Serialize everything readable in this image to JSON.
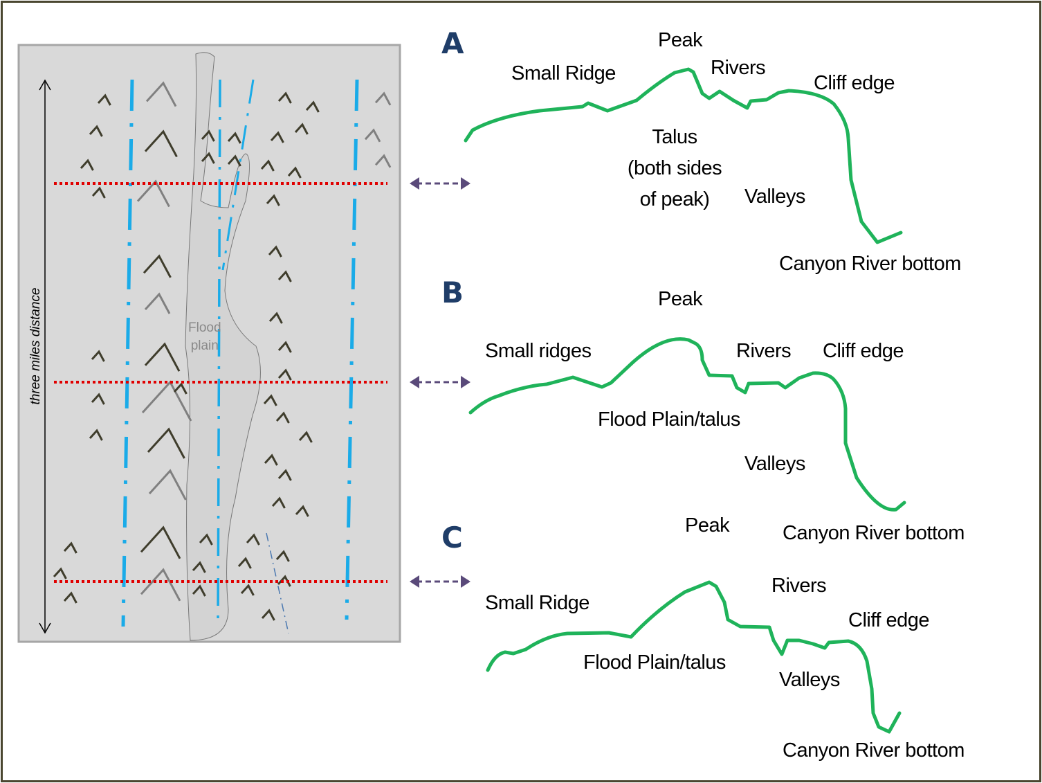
{
  "map": {
    "distance_label": "three miles distance",
    "flood_plain_label": [
      "Flood",
      "plain"
    ],
    "colors": {
      "background": "#d9d9d9",
      "river": "#1aabe8",
      "cross_section": "#e00000",
      "mountain_dark": "#3f3d2c",
      "mountain_light": "#808080"
    }
  },
  "profiles": [
    {
      "id": "A",
      "labels": {
        "peak": "Peak",
        "ridge": "Small Ridge",
        "rivers": "Rivers",
        "cliff": "Cliff edge",
        "talus": [
          "Talus",
          "(both sides",
          "of peak)"
        ],
        "valleys": "Valleys",
        "bottom": "Canyon River bottom"
      }
    },
    {
      "id": "B",
      "labels": {
        "peak": "Peak",
        "ridge": "Small ridges",
        "rivers": "Rivers",
        "cliff": "Cliff edge",
        "flood": "Flood Plain/talus",
        "valleys": "Valleys",
        "bottom": "Canyon River bottom"
      }
    },
    {
      "id": "C",
      "labels": {
        "peak": "Peak",
        "ridge": "Small Ridge",
        "rivers": "Rivers",
        "cliff": "Cliff edge",
        "flood": "Flood Plain/talus",
        "valleys": "Valleys",
        "bottom": "Canyon River bottom"
      }
    }
  ],
  "colors": {
    "profile_line": "#1fb35a",
    "arrow": "#5a4a7a",
    "section_letter": "#1f3d68"
  }
}
